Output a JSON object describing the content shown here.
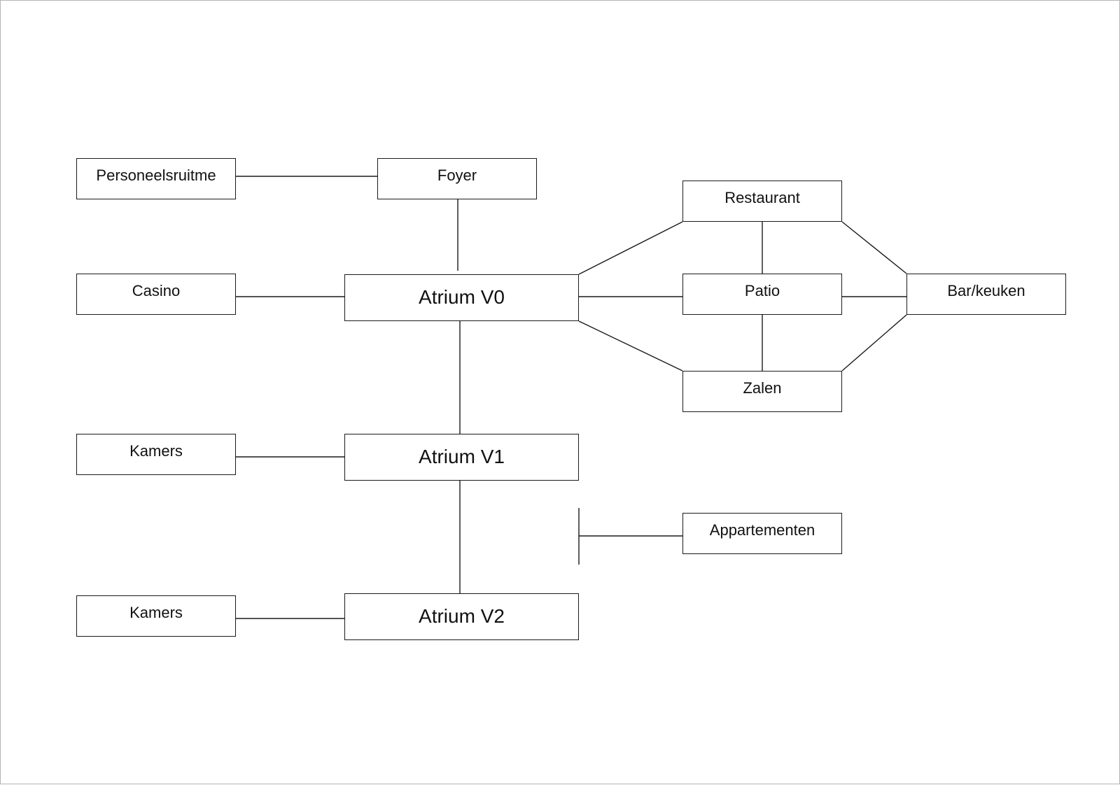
{
  "diagram": {
    "nodes": {
      "personeelsruimte": "Personeelsruitme",
      "foyer": "Foyer",
      "restaurant": "Restaurant",
      "casino": "Casino",
      "atrium_v0": "Atrium V0",
      "patio": "Patio",
      "bar_keuken": "Bar/keuken",
      "zalen": "Zalen",
      "kamers_1": "Kamers",
      "atrium_v1": "Atrium V1",
      "appartementen": "Appartementen",
      "kamers_2": "Kamers",
      "atrium_v2": "Atrium V2"
    },
    "connections": [
      [
        "personeelsruimte",
        "foyer"
      ],
      [
        "foyer",
        "atrium_v0"
      ],
      [
        "casino",
        "atrium_v0"
      ],
      [
        "atrium_v0",
        "restaurant"
      ],
      [
        "atrium_v0",
        "patio"
      ],
      [
        "atrium_v0",
        "zalen"
      ],
      [
        "restaurant",
        "patio"
      ],
      [
        "patio",
        "zalen"
      ],
      [
        "restaurant",
        "bar_keuken"
      ],
      [
        "patio",
        "bar_keuken"
      ],
      [
        "zalen",
        "bar_keuken"
      ],
      [
        "atrium_v0",
        "atrium_v1"
      ],
      [
        "kamers_1",
        "atrium_v1"
      ],
      [
        "atrium_v1",
        "atrium_v2"
      ],
      [
        "kamers_2",
        "atrium_v2"
      ],
      [
        "atrium_v1_v2_link",
        "appartementen"
      ]
    ]
  }
}
